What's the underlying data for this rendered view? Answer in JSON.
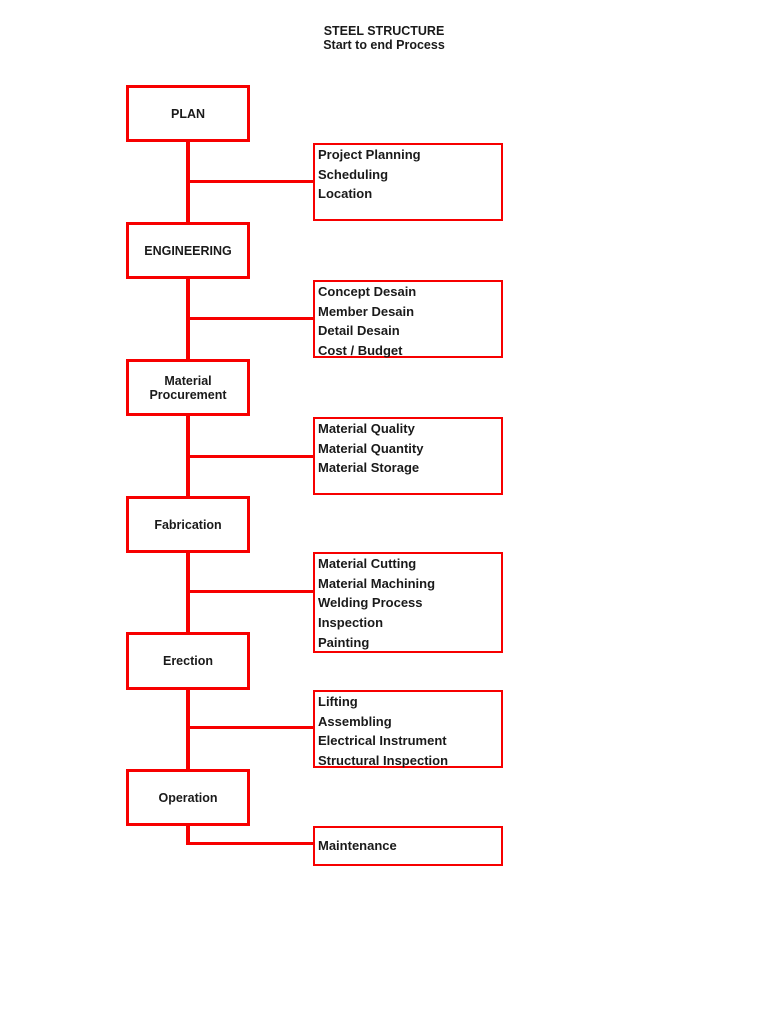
{
  "title": {
    "line1": "STEEL STRUCTURE",
    "line2": "Start to end Process"
  },
  "colors": {
    "accent_red": "#F70000",
    "text": "#1A1A1A",
    "background": "#FFFFFF"
  },
  "stages": [
    {
      "label": "PLAN",
      "details": [
        "Project Planning",
        "Scheduling",
        "Location"
      ]
    },
    {
      "label": "ENGINEERING",
      "details": [
        "Concept Desain",
        "Member Desain",
        "Detail Desain",
        "Cost / Budget"
      ]
    },
    {
      "label": "Material Procurement",
      "details": [
        "Material Quality",
        "Material Quantity",
        "Material Storage"
      ]
    },
    {
      "label": "Fabrication",
      "details": [
        "Material Cutting",
        "Material Machining",
        "Welding Process",
        "Inspection",
        "Painting"
      ]
    },
    {
      "label": "Erection",
      "details": [
        "Lifting",
        "Assembling",
        "Electrical Instrument",
        "Structural Inspection"
      ]
    },
    {
      "label": "Operation",
      "details": [
        "Maintenance"
      ]
    }
  ]
}
